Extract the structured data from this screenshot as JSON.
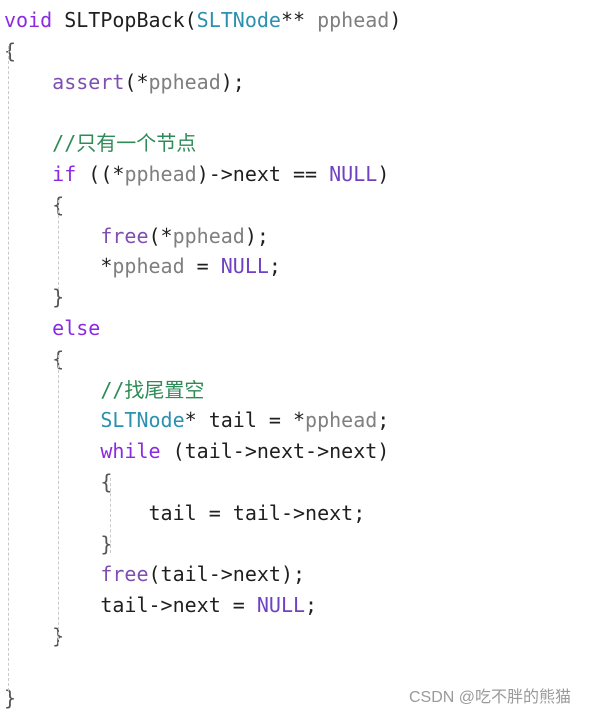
{
  "code": {
    "lines": [
      {
        "tokens": [
          {
            "text": "void",
            "kind": "kw"
          },
          {
            "text": " SLTPopBack(",
            "kind": "plain"
          },
          {
            "text": "SLTNode",
            "kind": "type"
          },
          {
            "text": "** ",
            "kind": "plain"
          },
          {
            "text": "pphead",
            "kind": "param"
          },
          {
            "text": ")",
            "kind": "plain"
          }
        ]
      },
      {
        "tokens": [
          {
            "text": "{",
            "kind": "brace"
          }
        ]
      },
      {
        "tokens": [
          {
            "text": "    ",
            "kind": "plain"
          },
          {
            "text": "assert",
            "kind": "fn"
          },
          {
            "text": "(*",
            "kind": "plain"
          },
          {
            "text": "pphead",
            "kind": "param"
          },
          {
            "text": ");",
            "kind": "plain"
          }
        ]
      },
      {
        "tokens": []
      },
      {
        "tokens": [
          {
            "text": "    ",
            "kind": "plain"
          },
          {
            "text": "//只有一个节点",
            "kind": "comment"
          }
        ]
      },
      {
        "tokens": [
          {
            "text": "    ",
            "kind": "plain"
          },
          {
            "text": "if",
            "kind": "kw"
          },
          {
            "text": " ((*",
            "kind": "plain"
          },
          {
            "text": "pphead",
            "kind": "param"
          },
          {
            "text": ")->next == ",
            "kind": "plain"
          },
          {
            "text": "NULL",
            "kind": "macro"
          },
          {
            "text": ")",
            "kind": "plain"
          }
        ]
      },
      {
        "tokens": [
          {
            "text": "    ",
            "kind": "plain"
          },
          {
            "text": "{",
            "kind": "brace"
          }
        ]
      },
      {
        "tokens": [
          {
            "text": "        ",
            "kind": "plain"
          },
          {
            "text": "free",
            "kind": "fn"
          },
          {
            "text": "(*",
            "kind": "plain"
          },
          {
            "text": "pphead",
            "kind": "param"
          },
          {
            "text": ");",
            "kind": "plain"
          }
        ]
      },
      {
        "tokens": [
          {
            "text": "        *",
            "kind": "plain"
          },
          {
            "text": "pphead",
            "kind": "param"
          },
          {
            "text": " = ",
            "kind": "plain"
          },
          {
            "text": "NULL",
            "kind": "macro"
          },
          {
            "text": ";",
            "kind": "plain"
          }
        ]
      },
      {
        "tokens": [
          {
            "text": "    ",
            "kind": "plain"
          },
          {
            "text": "}",
            "kind": "brace"
          }
        ]
      },
      {
        "tokens": [
          {
            "text": "    ",
            "kind": "plain"
          },
          {
            "text": "else",
            "kind": "kw"
          }
        ]
      },
      {
        "tokens": [
          {
            "text": "    ",
            "kind": "plain"
          },
          {
            "text": "{",
            "kind": "brace"
          }
        ]
      },
      {
        "tokens": [
          {
            "text": "        ",
            "kind": "plain"
          },
          {
            "text": "//找尾置空",
            "kind": "comment"
          }
        ]
      },
      {
        "tokens": [
          {
            "text": "        ",
            "kind": "plain"
          },
          {
            "text": "SLTNode",
            "kind": "type"
          },
          {
            "text": "* tail = *",
            "kind": "plain"
          },
          {
            "text": "pphead",
            "kind": "param"
          },
          {
            "text": ";",
            "kind": "plain"
          }
        ]
      },
      {
        "tokens": [
          {
            "text": "        ",
            "kind": "plain"
          },
          {
            "text": "while",
            "kind": "kw"
          },
          {
            "text": " (tail->next->next)",
            "kind": "plain"
          }
        ]
      },
      {
        "tokens": [
          {
            "text": "        ",
            "kind": "plain"
          },
          {
            "text": "{",
            "kind": "brace"
          }
        ]
      },
      {
        "tokens": [
          {
            "text": "            tail = tail->next;",
            "kind": "plain"
          }
        ]
      },
      {
        "tokens": [
          {
            "text": "        ",
            "kind": "plain"
          },
          {
            "text": "}",
            "kind": "brace"
          }
        ]
      },
      {
        "tokens": [
          {
            "text": "        ",
            "kind": "plain"
          },
          {
            "text": "free",
            "kind": "fn"
          },
          {
            "text": "(tail->next);",
            "kind": "plain"
          }
        ]
      },
      {
        "tokens": [
          {
            "text": "        tail->next = ",
            "kind": "plain"
          },
          {
            "text": "NULL",
            "kind": "macro"
          },
          {
            "text": ";",
            "kind": "plain"
          }
        ]
      },
      {
        "tokens": [
          {
            "text": "    ",
            "kind": "plain"
          },
          {
            "text": "}",
            "kind": "brace"
          }
        ]
      },
      {
        "tokens": []
      },
      {
        "tokens": [
          {
            "text": "}",
            "kind": "brace"
          }
        ]
      }
    ]
  },
  "watermark": "CSDN @吃不胖的熊猫",
  "colors": {
    "keyword": "#8a2be2",
    "type": "#2b91af",
    "param": "#7f7f7f",
    "function": "#7f4fb0",
    "macro": "#6f42c1",
    "comment": "#2e8b57",
    "plain": "#1f1f1f",
    "background": "#ffffff"
  }
}
